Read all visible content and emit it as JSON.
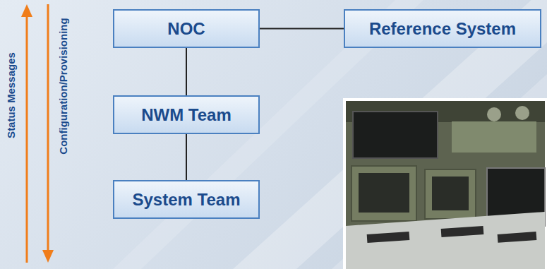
{
  "diagram": {
    "nodes": [
      {
        "text": [
          "NOC"
        ]
      },
      {
        "text": [
          "Reference System"
        ]
      },
      {
        "text": [
          "NWM Team"
        ]
      },
      {
        "text": [
          "System Team"
        ]
      }
    ],
    "edges": [
      {
        "from": 0,
        "to": 1,
        "arrow": "none"
      },
      {
        "from": 0,
        "to": 2,
        "arrow": "none"
      },
      {
        "from": 2,
        "to": 3,
        "arrow": "none"
      }
    ],
    "labels": [
      "Status Messages",
      "Configuration/Provisioning"
    ]
  }
}
